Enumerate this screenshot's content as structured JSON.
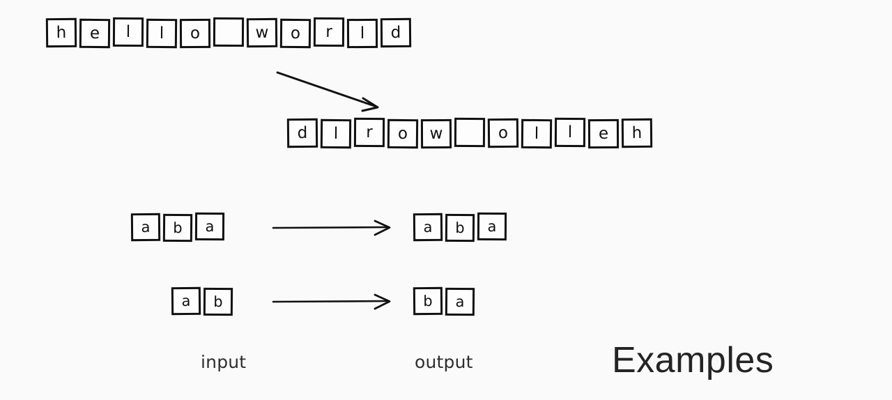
{
  "page": {
    "title": "Examples",
    "background_color": "#fafafa",
    "ink_color": "#111111",
    "text_color": "#2e2e2e"
  },
  "labels": {
    "input": "input",
    "output": "output"
  },
  "rows": {
    "hello_world_input": {
      "string": "hello world",
      "cells": [
        "h",
        "e",
        "l",
        "l",
        "o",
        " ",
        "w",
        "o",
        "r",
        "l",
        "d"
      ]
    },
    "hello_world_output": {
      "string": "dlrow olleh",
      "cells": [
        "d",
        "l",
        "r",
        "o",
        "w",
        " ",
        "o",
        "l",
        "l",
        "e",
        "h"
      ]
    },
    "aba_input": {
      "string": "aba",
      "cells": [
        "a",
        "b",
        "a"
      ]
    },
    "aba_output": {
      "string": "aba",
      "cells": [
        "a",
        "b",
        "a"
      ]
    },
    "ab_input": {
      "string": "ab",
      "cells": [
        "a",
        "b"
      ]
    },
    "ab_output": {
      "string": "ba",
      "cells": [
        "b",
        "a"
      ]
    }
  },
  "arrows": [
    {
      "name": "diagonal-arrow-hello-to-reversed",
      "kind": "diagonal"
    },
    {
      "name": "arrow-aba",
      "kind": "horizontal"
    },
    {
      "name": "arrow-ab",
      "kind": "horizontal"
    }
  ]
}
